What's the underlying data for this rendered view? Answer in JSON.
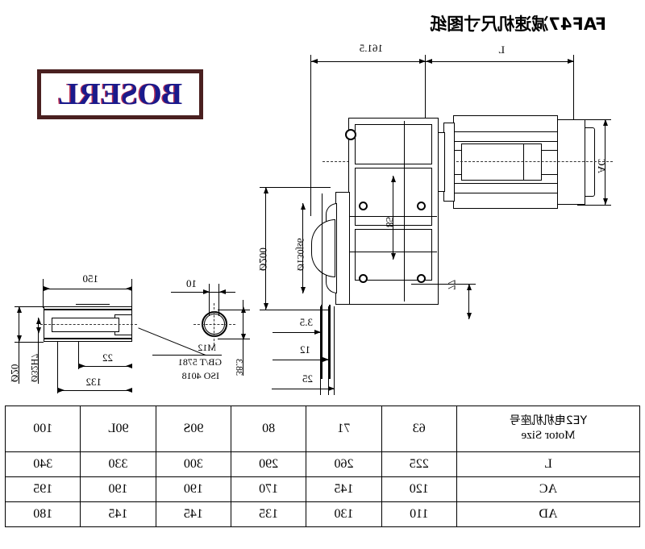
{
  "sheet": {
    "title": "FAF47减速机尺寸图纸",
    "logo": {
      "text": "BOSERL",
      "text_color": "#1a1a8c",
      "border_color": "#4a2020"
    }
  },
  "dimensions": {
    "overall_length_label": "L",
    "gearbox_length": "161.5",
    "motor_diameter_label": "AC",
    "center_height": "85",
    "flange_offset": "77",
    "spigot_diameter": "Ø130js6",
    "flange_diameter": "Ø200",
    "edge_1": "3.5",
    "edge_2": "12",
    "edge_3": "25",
    "bolt_head_thickness": "10",
    "bolt_span": "38.3",
    "shaft_total_length": "150",
    "shaft_step": "22",
    "shaft_length_132": "132",
    "bore_diameter": "Ø32H7",
    "shaft_diameter": "Ø20"
  },
  "annotations": {
    "bolt_spec_line1": "M12",
    "bolt_spec_line2": "GB/T 5781",
    "bolt_spec_line3": "ISO 4018"
  },
  "chart_data": {
    "type": "table",
    "title": "FAF47减速机尺寸图纸",
    "header_label_cn": "YE2电机机座号",
    "header_label_en": "Motor Size",
    "categories": [
      "63",
      "71",
      "80",
      "90S",
      "90L",
      "100"
    ],
    "rows": [
      {
        "name": "L",
        "values": [
          "225",
          "260",
          "290",
          "300",
          "330",
          "340"
        ]
      },
      {
        "name": "AC",
        "values": [
          "120",
          "145",
          "170",
          "190",
          "190",
          "195"
        ]
      },
      {
        "name": "AD",
        "values": [
          "110",
          "130",
          "135",
          "145",
          "145",
          "180"
        ]
      }
    ]
  }
}
